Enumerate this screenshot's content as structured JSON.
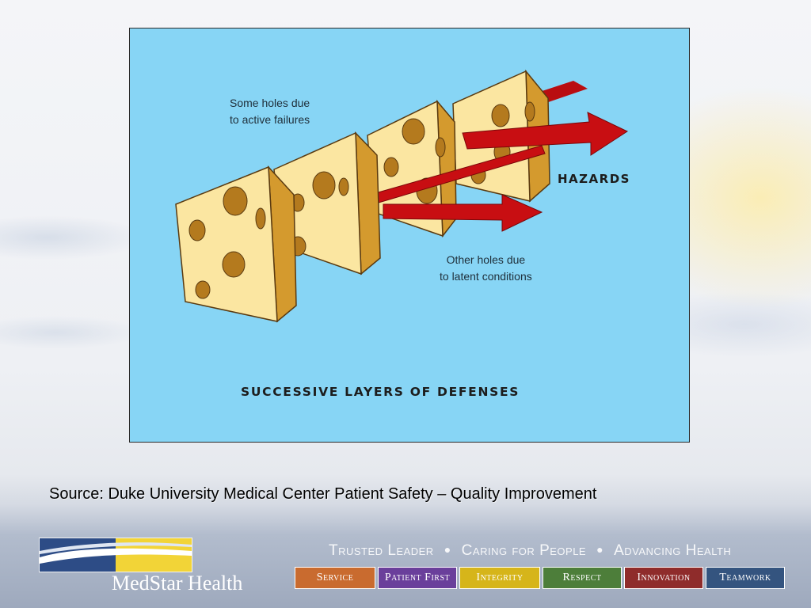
{
  "diagram": {
    "label_active": [
      "Some holes due",
      "to active failures"
    ],
    "label_latent": [
      "Other holes due",
      "to latent conditions"
    ],
    "label_hazards": "HAZARDS",
    "label_layers": "SUCCESSIVE LAYERS OF DEFENSES",
    "colors": {
      "background": "#87d5f5",
      "cheese_face": "#fbe6a1",
      "cheese_side": "#d49a2e",
      "hole": "#b47a1e",
      "arrow": "#c80e12"
    }
  },
  "source_text": "Source: Duke University Medical Center Patient Safety – Quality Improvement",
  "brand": {
    "name": "MedStar Health",
    "tagline": [
      "Trusted Leader",
      "Caring for People",
      "Advancing Health"
    ],
    "tagline_separator": "●",
    "values": [
      {
        "label": "Service",
        "color": "#c96b2f"
      },
      {
        "label": "Patient First",
        "color": "#6a3f9b"
      },
      {
        "label": "Integrity",
        "color": "#d6b51a"
      },
      {
        "label": "Respect",
        "color": "#4d7e3a"
      },
      {
        "label": "Innovation",
        "color": "#8f2c2b"
      },
      {
        "label": "Teamwork",
        "color": "#34547f"
      }
    ]
  }
}
